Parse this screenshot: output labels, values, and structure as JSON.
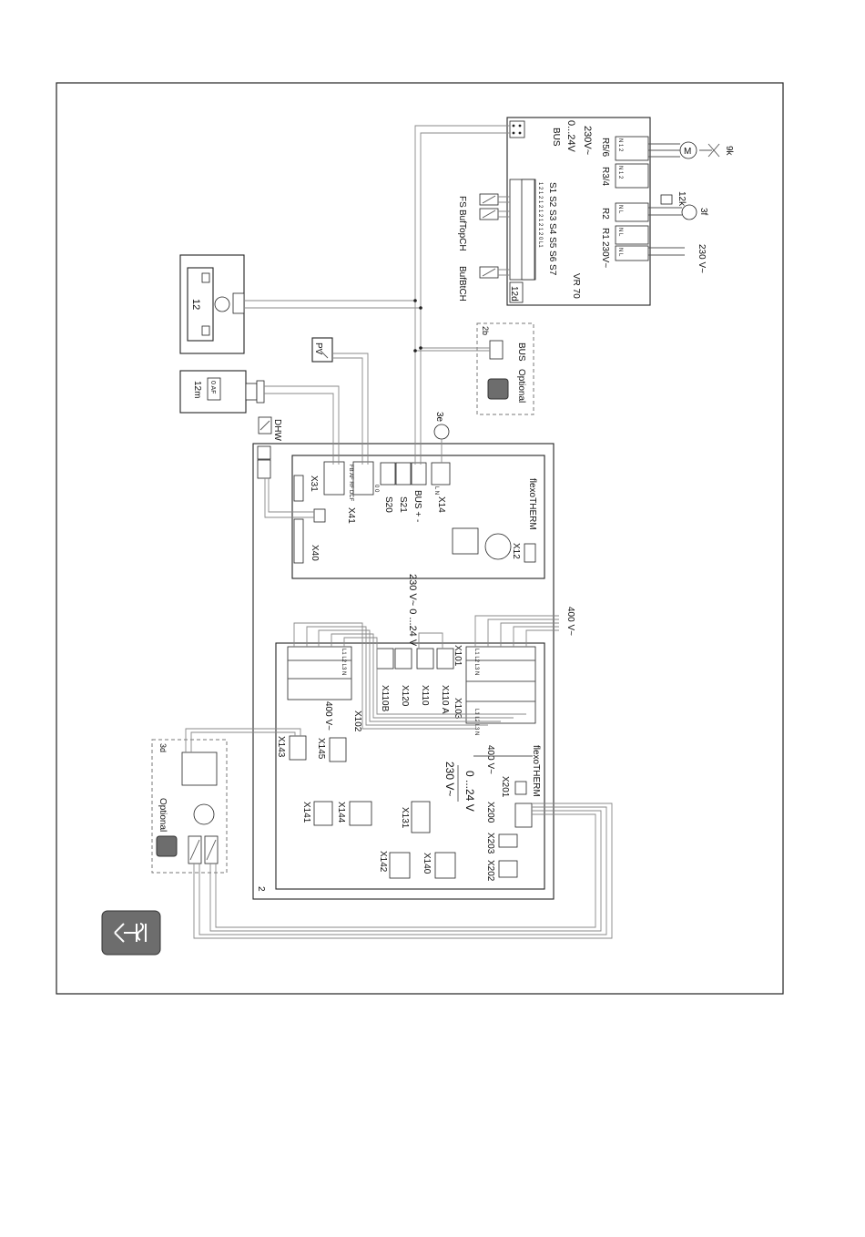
{
  "labels": {
    "bus_top": "BUS",
    "v_0_24": "0...24V",
    "v_230": "230V~",
    "r56": "R5/6",
    "r34": "R3/4",
    "r1": "R1",
    "r2": "R2",
    "v230_r": "230V~",
    "pin_r56": "N 1 2",
    "pin_r34": "N 1 2",
    "pin_r2": "N L",
    "pin_r1": "N L",
    "pin_230": "N L",
    "s_row": "S1 S2 S3 S4 S5 S6 S7",
    "s_pins": "1 2  1 2  1 2  1 2  1 2  1 2  0 L1",
    "vr70": "VR 70",
    "d12": "12d",
    "fs": "FS",
    "buftopch": "BufTopCH",
    "bufbtch": "BufBtCH",
    "k9": "9k",
    "k12": "12k",
    "f3": "3f",
    "v230_ext": "230 V~",
    "ctrl12": "12",
    "m12": "12m",
    "af": "0 AF",
    "pv": "PV",
    "b2": "2b",
    "bus_2b": "BUS",
    "optional_2b": "Optional",
    "dhw": "DHW",
    "e3": "3e",
    "x31": "X31",
    "x41": "X41",
    "x31_pins": "FB AF RF DCF",
    "x41_pins": "0 0",
    "s20": "S20",
    "s21": "S21",
    "bus_pm": "BUS + -",
    "x14": "X14",
    "x14_pins": "L N",
    "x40": "X40",
    "x12": "X12",
    "flexo_top": "flexoTHERM",
    "v230_0_24_top": "230 V~     0 ...24 V",
    "v400_ext": "400 V~",
    "x102": "X102",
    "v400_x102": "400 V~",
    "x102_pins": "L1 L2 L3 N",
    "x110b": "X110B",
    "x120": "X120",
    "x110": "X110",
    "x110a": "X110 A",
    "x103": "X103",
    "x101": "X101",
    "x101_pins": "L1 L2 L3 N",
    "x103_pins": "L1 L2 L3 N",
    "x143": "X143",
    "x145": "X145",
    "v400_low": "400 V~",
    "v230_low": "230 V~",
    "v024_low": "0 ...24 V",
    "x141": "X141",
    "x144": "X144",
    "x131": "X131",
    "x200": "X200",
    "x201": "X201",
    "x203": "X203",
    "x202": "X202",
    "x142": "X142",
    "x140": "X140",
    "flexo_low": "flexoTHERM",
    "d3": "3d",
    "optional_3d": "Optional",
    "board2": "2"
  },
  "icons": {
    "heatpump_main": "heat-pump-icon",
    "heatpump_2b": "heat-pump-icon",
    "heatpump_3d": "heat-pump-icon"
  }
}
